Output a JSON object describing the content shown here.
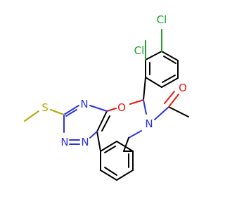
{
  "molecule": {
    "atoms": {
      "cl_upper": {
        "label": "Cl",
        "color": "#1ea02a"
      },
      "cl_lower": {
        "label": "Cl",
        "color": "#1ea02a"
      },
      "o_ring": {
        "label": "O",
        "color": "#e8190f"
      },
      "o_carbonyl": {
        "label": "O",
        "color": "#e8190f"
      },
      "n_triazine_upper": {
        "label": "N",
        "color": "#2b35e0"
      },
      "n_triazine_lower_left": {
        "label": "N",
        "color": "#2b35e0"
      },
      "n_triazine_lower_right": {
        "label": "N",
        "color": "#2b35e0"
      },
      "n_amide": {
        "label": "N",
        "color": "#2b35e0"
      },
      "s_thio": {
        "label": "S",
        "color": "#b5a900"
      }
    }
  }
}
